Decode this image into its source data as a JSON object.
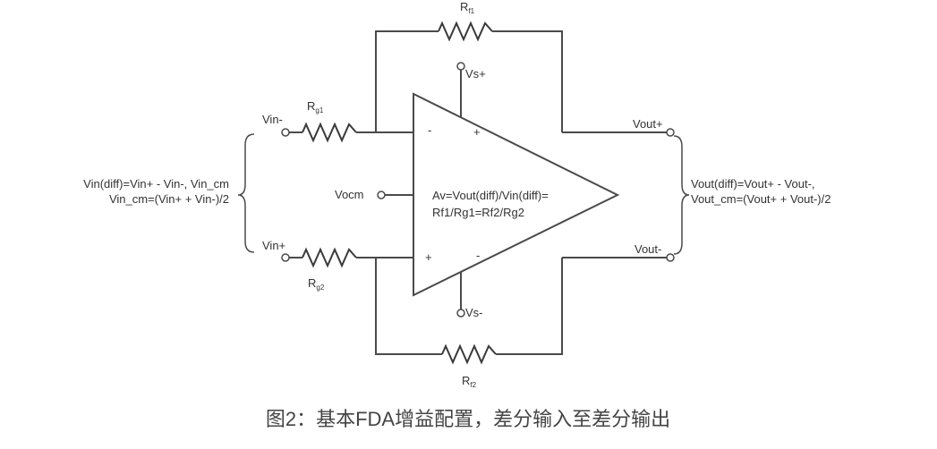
{
  "labels": {
    "rf1": "R",
    "rf1_sub": "f1",
    "rf2": "R",
    "rf2_sub": "f2",
    "rg1": "R",
    "rg1_sub": "g1",
    "rg2": "R",
    "rg2_sub": "g2",
    "vs_pos": "Vs+",
    "vs_neg": "Vs-",
    "vin_neg": "Vin-",
    "vin_pos": "Vin+",
    "vocm": "Vocm",
    "vout_pos": "Vout+",
    "vout_neg": "Vout-",
    "amp_inv_top": "-",
    "amp_noninv_top": "+",
    "amp_noninv_bottom": "+",
    "amp_inv_bottom": "-"
  },
  "equations": {
    "input_line1": "Vin(diff)=Vin+ - Vin-, Vin_cm",
    "input_line2": "Vin_cm=(Vin+ + Vin-)/2",
    "output_line1": "Vout(diff)=Vout+ - Vout-,",
    "output_line2": "Vout_cm=(Vout+ + Vout-)/2",
    "gain_line1": "Av=Vout(diff)/Vin(diff)=",
    "gain_line2": "Rf1/Rg1=Rf2/Rg2"
  },
  "caption": "图2：基本FDA增益配置，差分输入至差分输出"
}
